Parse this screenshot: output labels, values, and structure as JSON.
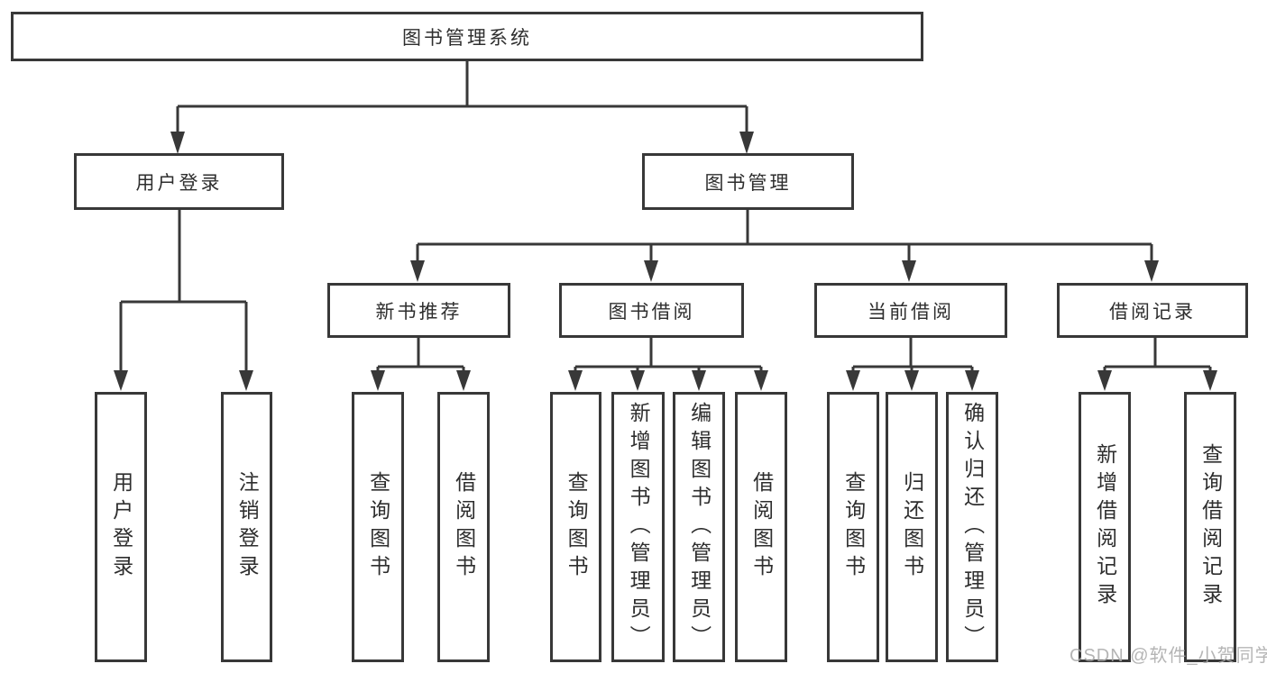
{
  "diagram": {
    "type": "tree",
    "tree": {
      "label": "图书管理系统",
      "children": [
        {
          "label": "用户登录",
          "children": [
            {
              "label": "用户登录"
            },
            {
              "label": "注销登录"
            }
          ]
        },
        {
          "label": "图书管理",
          "children": [
            {
              "label": "新书推荐",
              "children": [
                {
                  "label": "查询图书"
                },
                {
                  "label": "借阅图书"
                }
              ]
            },
            {
              "label": "图书借阅",
              "children": [
                {
                  "label": "查询图书"
                },
                {
                  "label": "新增图书（管理员）"
                },
                {
                  "label": "编辑图书（管理员）"
                },
                {
                  "label": "借阅图书"
                }
              ]
            },
            {
              "label": "当前借阅",
              "children": [
                {
                  "label": "查询图书"
                },
                {
                  "label": "归还图书"
                },
                {
                  "label": "确认归还（管理员）"
                }
              ]
            },
            {
              "label": "借阅记录",
              "children": [
                {
                  "label": "新增借阅记录"
                },
                {
                  "label": "查询借阅记录"
                }
              ]
            }
          ]
        }
      ]
    }
  },
  "watermark": "CSDN @软件_小贺同学",
  "colors": {
    "line": "#383838",
    "box_border": "#383838",
    "background": "#ffffff",
    "text": "#2e2e2e",
    "watermark": "#a8a8a8"
  }
}
